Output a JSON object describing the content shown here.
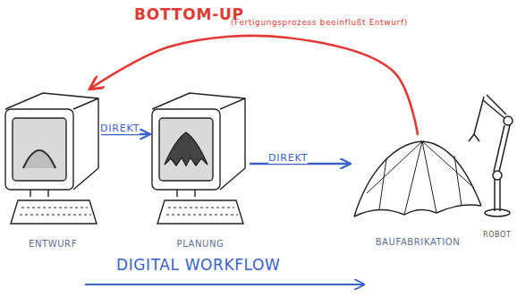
{
  "diagram": {
    "nodes": [
      {
        "text": [
          "ENTWURF"
        ]
      },
      {
        "text": [
          "PLANUNG"
        ]
      },
      {
        "text": [
          "BAUFABRIKATION"
        ]
      }
    ],
    "edges": [
      {
        "from": 0,
        "to": 1,
        "arrow": "to",
        "label": "DIREKT"
      },
      {
        "from": 1,
        "to": 2,
        "arrow": "to",
        "label": "DIREKT"
      },
      {
        "from": 2,
        "to": 0,
        "arrow": "to",
        "label": "BOTTOM-UP"
      }
    ],
    "labels": [
      "(Fertigungsprozess beeinflußt Entwurf)",
      "ROBOT",
      "DIGITAL WORKFLOW"
    ]
  }
}
